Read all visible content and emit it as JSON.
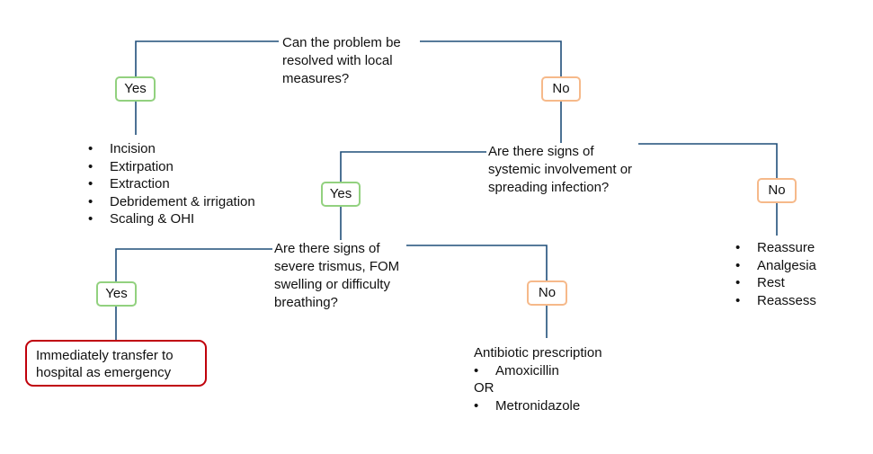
{
  "q1": {
    "lines": [
      "Can the problem be",
      "resolved with local",
      "measures?"
    ]
  },
  "q2": {
    "lines": [
      "Are there signs of",
      "systemic involvement or",
      "spreading infection?"
    ]
  },
  "q3": {
    "lines": [
      "Are there signs of",
      "severe trismus, FOM",
      "swelling or difficulty",
      "breathing?"
    ]
  },
  "labels": {
    "yes": "Yes",
    "no": "No"
  },
  "local_measures": [
    "Incision",
    "Extirpation",
    "Extraction",
    "Debridement & irrigation",
    "Scaling & OHI"
  ],
  "no_systemic": [
    "Reassure",
    "Analgesia",
    "Rest",
    "Reassess"
  ],
  "emergency": {
    "lines": [
      "Immediately transfer to",
      "hospital as emergency"
    ]
  },
  "antibiotics": {
    "title": "Antibiotic prescription",
    "option1": "Amoxicillin",
    "or": "OR",
    "option2": "Metronidazole"
  },
  "colors": {
    "connector": "#1f4e79",
    "yes_border": "#92d17f",
    "no_border": "#f6b98a",
    "emergency_border": "#c0000b"
  }
}
